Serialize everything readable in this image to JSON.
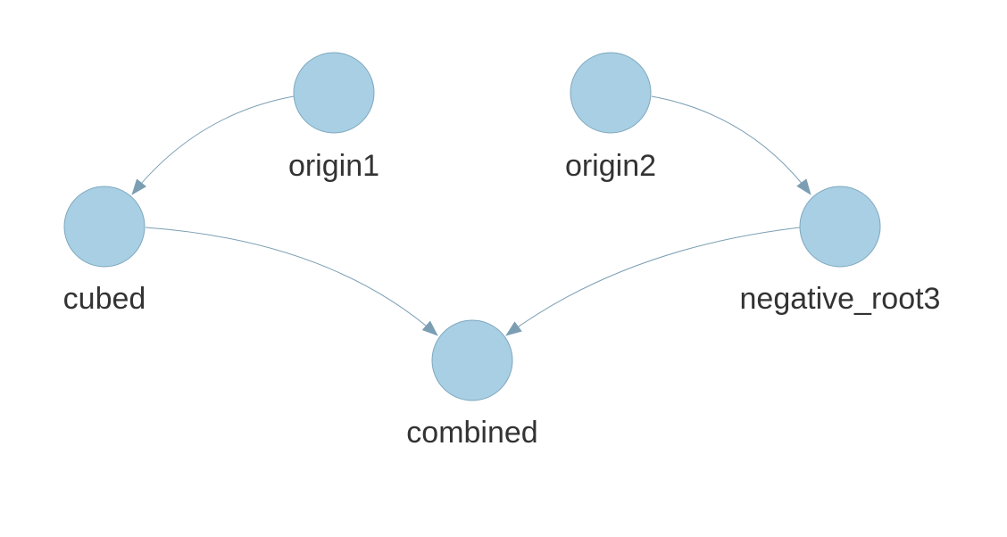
{
  "graph": {
    "colors": {
      "node_fill": "#a8cfe3",
      "node_stroke": "#7fa8bf",
      "edge": "#7b9eb3",
      "label": "#333333",
      "background": "#ffffff"
    },
    "nodes": [
      {
        "id": "origin1",
        "label": "origin1"
      },
      {
        "id": "origin2",
        "label": "origin2"
      },
      {
        "id": "cubed",
        "label": "cubed"
      },
      {
        "id": "negative_root3",
        "label": "negative_root3"
      },
      {
        "id": "combined",
        "label": "combined"
      }
    ],
    "edges": [
      {
        "from": "origin1",
        "to": "cubed"
      },
      {
        "from": "origin2",
        "to": "negative_root3"
      },
      {
        "from": "cubed",
        "to": "combined"
      },
      {
        "from": "negative_root3",
        "to": "combined"
      }
    ]
  }
}
